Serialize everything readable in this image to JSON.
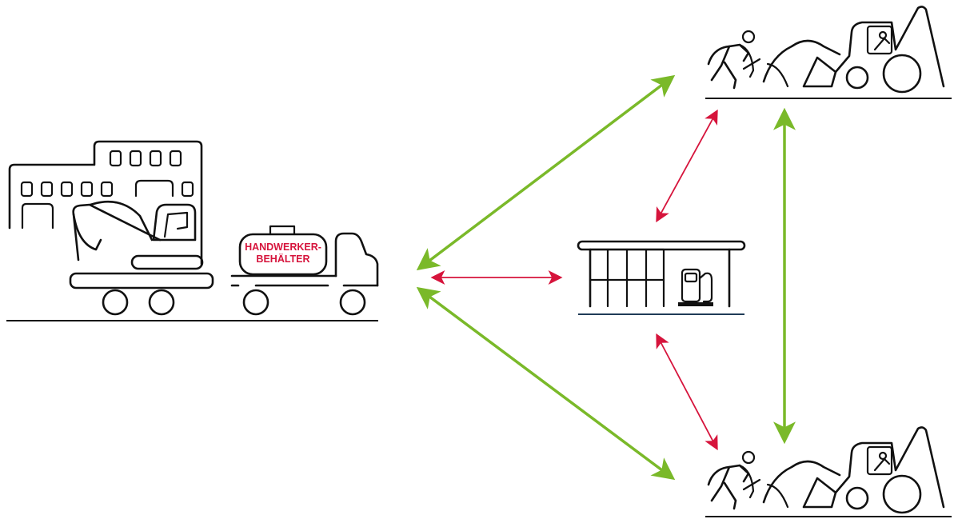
{
  "tank_label": {
    "line1": "HANDWERKER-",
    "line2": "BEHÄLTER"
  },
  "nodes": [
    {
      "id": "depot",
      "icon": "depot-with-excavator-and-tank-truck-icon"
    },
    {
      "id": "gas-station",
      "icon": "gas-station-icon"
    },
    {
      "id": "site-top",
      "icon": "construction-site-icon"
    },
    {
      "id": "site-bottom",
      "icon": "construction-site-icon"
    }
  ],
  "connections": [
    {
      "from": "depot",
      "to": "site-top",
      "color": "green"
    },
    {
      "from": "depot",
      "to": "site-bottom",
      "color": "green"
    },
    {
      "from": "site-top",
      "to": "site-bottom",
      "color": "green"
    },
    {
      "from": "depot",
      "to": "gas-station",
      "color": "red"
    },
    {
      "from": "gas-station",
      "to": "site-top",
      "color": "red"
    },
    {
      "from": "gas-station",
      "to": "site-bottom",
      "color": "red"
    }
  ],
  "colors": {
    "green": "#7ab929",
    "red": "#d6143c",
    "ink": "#111111",
    "station_floor": "#1f3b57"
  }
}
